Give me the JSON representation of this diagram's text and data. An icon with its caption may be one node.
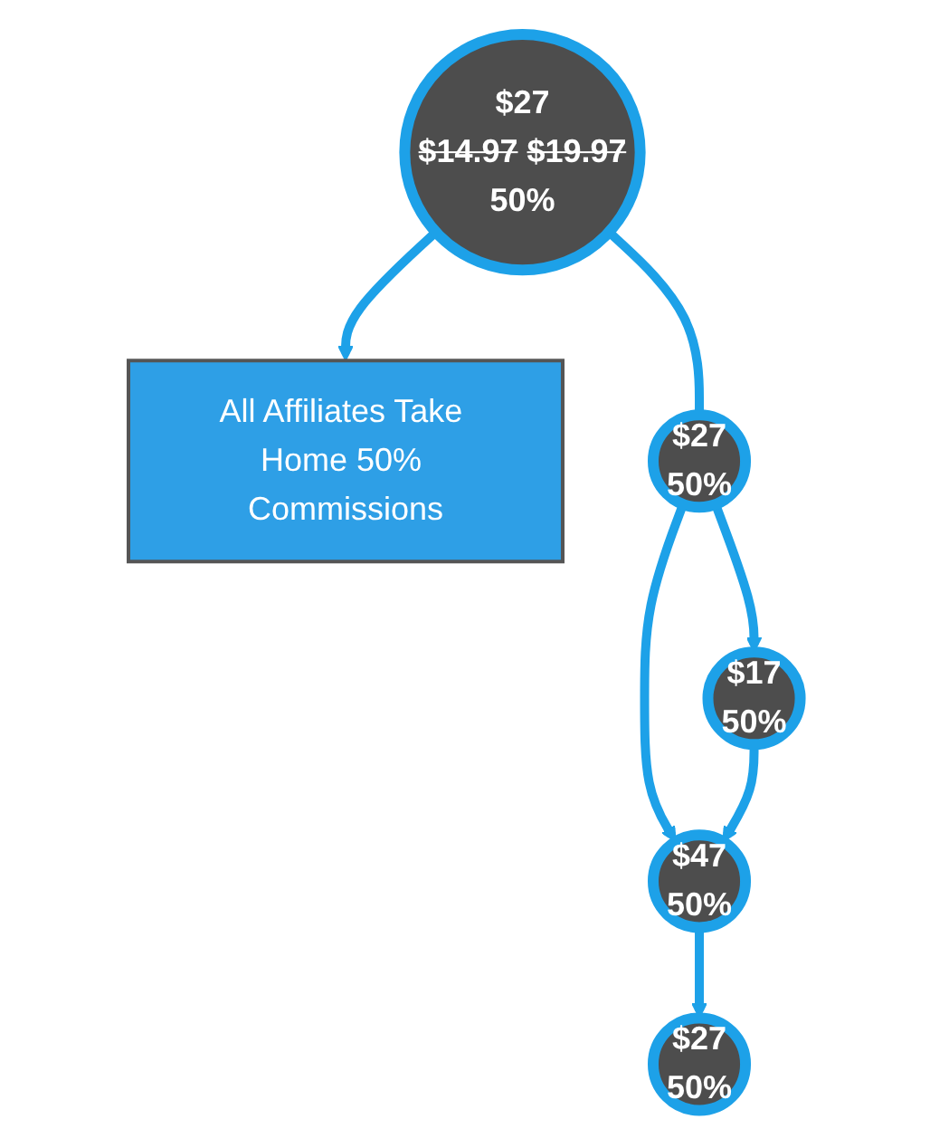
{
  "diagram": {
    "nodes": [
      {
        "text": [
          "$27",
          "$14.97",
          "$19.97",
          "50%"
        ]
      },
      {
        "text": [
          "All Affiliates Take Home 50% Commissions"
        ]
      },
      {
        "text": [
          "$27",
          "50%"
        ]
      },
      {
        "text": [
          "$47",
          "50%"
        ]
      },
      {
        "text": [
          "$17",
          "50%"
        ]
      },
      {
        "text": [
          "$27",
          "50%"
        ]
      }
    ],
    "edges": [
      {
        "from": 0,
        "to": 1,
        "arrow": "to"
      },
      {
        "from": 0,
        "to": 2,
        "arrow": "none"
      },
      {
        "from": 2,
        "to": 3,
        "arrow": "to"
      },
      {
        "from": 2,
        "to": 4,
        "arrow": "to"
      },
      {
        "from": 4,
        "to": 3,
        "arrow": "to"
      },
      {
        "from": 3,
        "to": 5,
        "arrow": "to"
      }
    ]
  }
}
